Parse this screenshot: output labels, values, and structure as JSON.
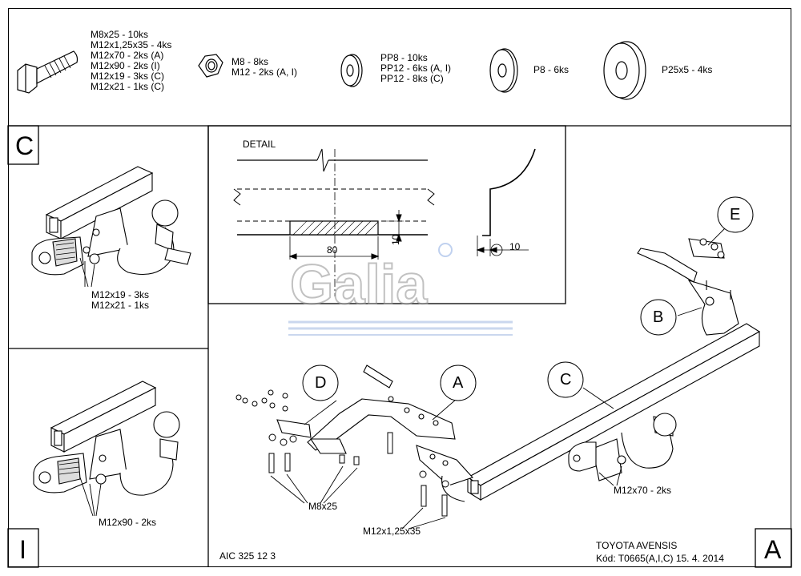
{
  "hardware": {
    "bolt_lines": [
      "M8x25 - 10ks",
      "M12x1,25x35 - 4ks",
      "M12x70 - 2ks (A)",
      "M12x90 - 2ks (I)",
      "M12x19 - 3ks (C)",
      "M12x21 - 1ks (C)"
    ],
    "nut_lines": [
      "M8 - 8ks",
      "M12 - 2ks (A, I)"
    ],
    "washer_pp_lines": [
      "PP8 - 10ks",
      "PP12 - 6ks (A, I)",
      "PP12 - 8ks (C)"
    ],
    "washer_p8": "P8 - 6ks",
    "washer_p25": "P25x5 - 4ks"
  },
  "panel_c": {
    "letter": "C",
    "labels": [
      "M12x19 - 3ks",
      "M12x21 - 1ks"
    ]
  },
  "panel_i": {
    "letter": "I",
    "label": "M12x90 - 2ks"
  },
  "detail": {
    "title": "DETAIL",
    "dim_80": "80",
    "dim_10a": "10",
    "dim_10b": "10"
  },
  "main": {
    "callouts": {
      "a": "A",
      "b": "B",
      "c": "C",
      "d": "D",
      "e": "E"
    },
    "label_m8": "M8x25",
    "label_m12_35": "M12x1,25x35",
    "label_m12_70": "M12x70 - 2ks",
    "letter": "A"
  },
  "footer": {
    "code": "AIC 325 12 3",
    "model": "TOYOTA AVENSIS",
    "kod": "Kód: T0665(A,I,C)  15. 4. 2014"
  },
  "watermark": "Galia"
}
